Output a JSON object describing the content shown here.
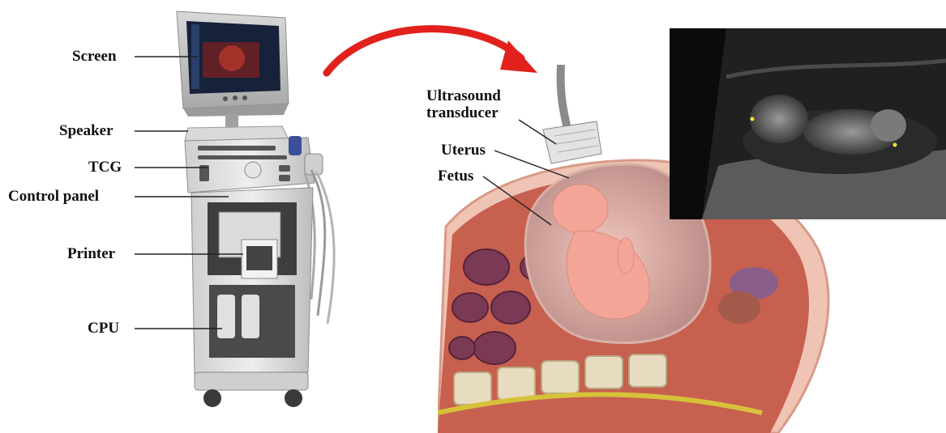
{
  "machine_labels": {
    "screen": "Screen",
    "speaker": "Speaker",
    "tcg": "TCG",
    "control_panel": "Control panel",
    "printer": "Printer",
    "cpu": "CPU"
  },
  "anatomy_labels": {
    "transducer_line1": "Ultrasound",
    "transducer_line2": "transducer",
    "uterus": "Uterus",
    "fetus": "Fetus"
  },
  "colors": {
    "arrow": "#e3211c",
    "skin": "#f0c4b4",
    "uterus_wall": "#c7604f",
    "fetus": "#f3a698",
    "sonogram_bg": "#0b0b0b"
  }
}
